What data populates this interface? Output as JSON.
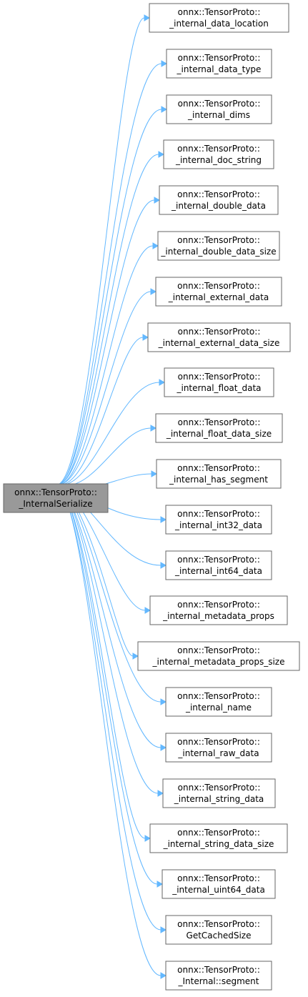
{
  "root": {
    "line1": "onnx::TensorProto::",
    "line2": "_InternalSerialize"
  },
  "callees": [
    {
      "line1": "onnx::TensorProto::",
      "line2": "_internal_data_location"
    },
    {
      "line1": "onnx::TensorProto::",
      "line2": "_internal_data_type"
    },
    {
      "line1": "onnx::TensorProto::",
      "line2": "_internal_dims"
    },
    {
      "line1": "onnx::TensorProto::",
      "line2": "_internal_doc_string"
    },
    {
      "line1": "onnx::TensorProto::",
      "line2": "_internal_double_data"
    },
    {
      "line1": "onnx::TensorProto::",
      "line2": "_internal_double_data_size"
    },
    {
      "line1": "onnx::TensorProto::",
      "line2": "_internal_external_data"
    },
    {
      "line1": "onnx::TensorProto::",
      "line2": "_internal_external_data_size"
    },
    {
      "line1": "onnx::TensorProto::",
      "line2": "_internal_float_data"
    },
    {
      "line1": "onnx::TensorProto::",
      "line2": "_internal_float_data_size"
    },
    {
      "line1": "onnx::TensorProto::",
      "line2": "_internal_has_segment"
    },
    {
      "line1": "onnx::TensorProto::",
      "line2": "_internal_int32_data"
    },
    {
      "line1": "onnx::TensorProto::",
      "line2": "_internal_int64_data"
    },
    {
      "line1": "onnx::TensorProto::",
      "line2": "_internal_metadata_props"
    },
    {
      "line1": "onnx::TensorProto::",
      "line2": "_internal_metadata_props_size"
    },
    {
      "line1": "onnx::TensorProto::",
      "line2": "_internal_name"
    },
    {
      "line1": "onnx::TensorProto::",
      "line2": "_internal_raw_data"
    },
    {
      "line1": "onnx::TensorProto::",
      "line2": "_internal_string_data"
    },
    {
      "line1": "onnx::TensorProto::",
      "line2": "_internal_string_data_size"
    },
    {
      "line1": "onnx::TensorProto::",
      "line2": "_internal_uint64_data"
    },
    {
      "line1": "onnx::TensorProto::",
      "line2": "GetCachedSize"
    },
    {
      "line1": "onnx::TensorProto::",
      "line2": "_Internal::segment"
    }
  ],
  "colors": {
    "edge": "#63b8ff",
    "root_fill": "#999999",
    "node_fill": "#ffffff",
    "border": "#666666"
  }
}
